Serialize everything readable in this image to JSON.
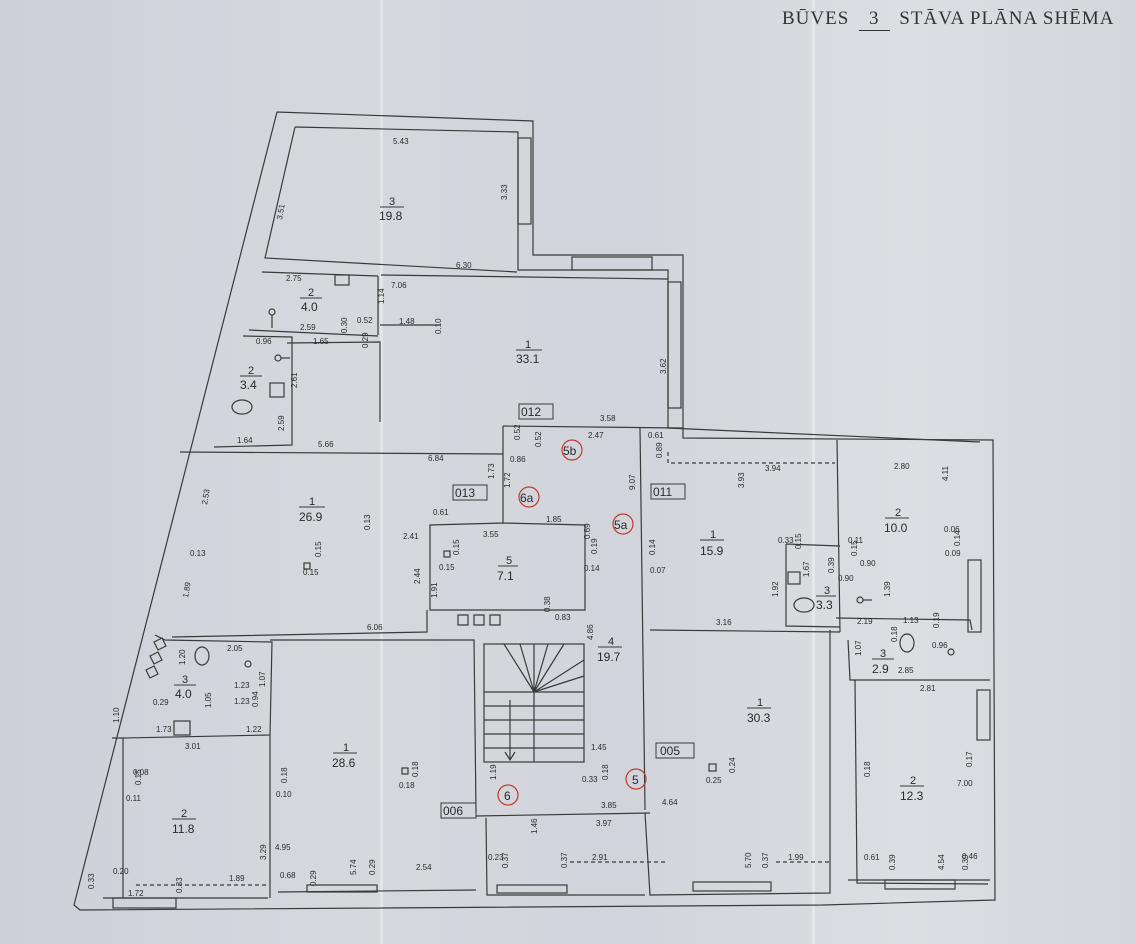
{
  "title": {
    "prefix": "BŪVES",
    "floor": "3",
    "suffix": "STĀVA PLĀNA SHĒMA"
  },
  "colors": {
    "line": "#3a3a3a",
    "paper": "#d4d6dc",
    "marker": "#c0392b"
  },
  "units": [
    {
      "code": "012"
    },
    {
      "code": "013"
    },
    {
      "code": "011"
    },
    {
      "code": "005"
    },
    {
      "code": "006"
    }
  ],
  "rooms": [
    {
      "num": "3",
      "area": "19.8"
    },
    {
      "num": "2",
      "area": "4.0"
    },
    {
      "num": "1",
      "area": "33.1"
    },
    {
      "num": "2",
      "area": "3.4"
    },
    {
      "num": "1",
      "area": "26.9"
    },
    {
      "num": "5",
      "area": "7.1"
    },
    {
      "num": "4",
      "area": "19.7"
    },
    {
      "num": "1",
      "area": "15.9"
    },
    {
      "num": "2",
      "area": "10.0"
    },
    {
      "num": "3",
      "area": "3.3"
    },
    {
      "num": "3",
      "area": "2.9"
    },
    {
      "num": "3",
      "area": "4.0"
    },
    {
      "num": "1",
      "area": "28.6"
    },
    {
      "num": "1",
      "area": "30.3"
    },
    {
      "num": "2",
      "area": "11.8"
    },
    {
      "num": "2",
      "area": "12.3"
    }
  ],
  "markers": [
    "5b",
    "6a",
    "5a",
    "5",
    "6"
  ],
  "dimensions": [
    "5.43",
    "3.51",
    "3.33",
    "6.30",
    "2.75",
    "7.06",
    "1.14",
    "2.59",
    "0.52",
    "0.30",
    "1.48",
    "0.10",
    "0.29",
    "0.96",
    "1.65",
    "2.61",
    "2.59",
    "1.64",
    "5.66",
    "3.62",
    "3.58",
    "0.52",
    "0.52",
    "2.47",
    "0.86",
    "1.72",
    "1.73",
    "6.84",
    "2.53",
    "0.13",
    "0.13",
    "2.41",
    "0.61",
    "3.55",
    "1.85",
    "0.69",
    "0.19",
    "0.14",
    "0.15",
    "0.15",
    "0.15",
    "0.15",
    "2.44",
    "1.91",
    "0.38",
    "0.83",
    "1.89",
    "6.06",
    "0.61",
    "0.89",
    "9.07",
    "0.14",
    "0.07",
    "3.93",
    "3.94",
    "2.80",
    "4.11",
    "0.06",
    "0.14",
    "0.09",
    "0.11",
    "0.15",
    "0.90",
    "0.90",
    "0.33",
    "0.15",
    "1.67",
    "0.39",
    "1.92",
    "1.39",
    "3.16",
    "2.19",
    "0.18",
    "1.13",
    "0.19",
    "0.96",
    "1.07",
    "2.85",
    "2.81",
    "4.86",
    "2.05",
    "1.20",
    "1.07",
    "1.23",
    "1.05",
    "0.94",
    "1.23",
    "0.29",
    "1.10",
    "1.73",
    "3.01",
    "1.22",
    "0.08",
    "0.15",
    "0.11",
    "0.18",
    "0.10",
    "3.29",
    "4.95",
    "0.18",
    "0.18",
    "1.45",
    "0.33",
    "0.18",
    "1.19",
    "0.25",
    "0.24",
    "4.64",
    "3.85",
    "3.97",
    "1.46",
    "0.18",
    "0.17",
    "7.00",
    "0.20",
    "0.33",
    "1.72",
    "0.33",
    "1.89",
    "0.68",
    "0.29",
    "5.74",
    "0.29",
    "2.54",
    "0.23",
    "0.37",
    "0.37",
    "2.91",
    "5.70",
    "0.37",
    "1.99",
    "0.61",
    "0.39",
    "4.54",
    "0.39",
    "0.46"
  ]
}
